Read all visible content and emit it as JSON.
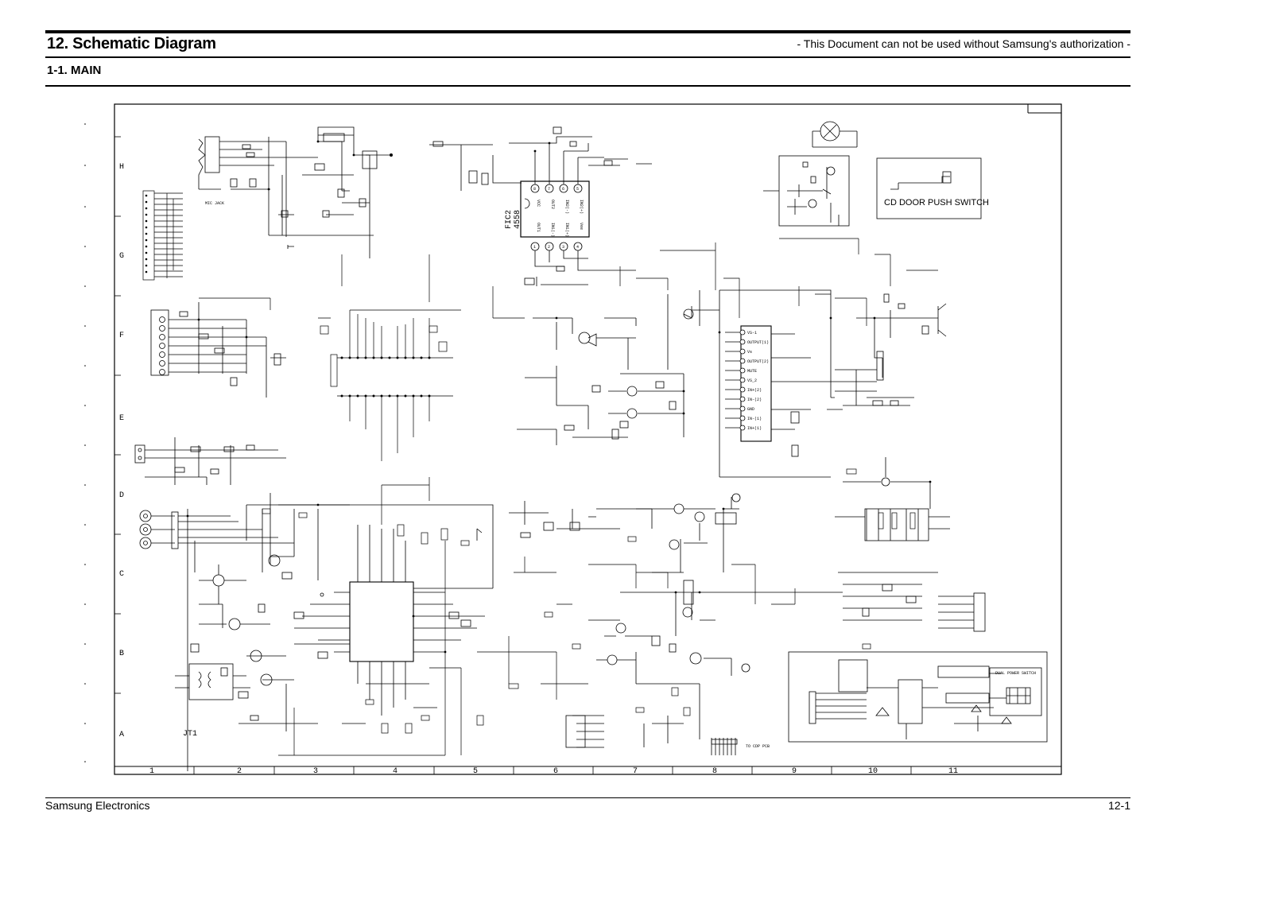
{
  "header": {
    "title": "12. Schematic Diagram",
    "notice": "- This Document can not be used without Samsung's authorization -",
    "section": "1-1. MAIN"
  },
  "footer": {
    "company": "Samsung Electronics",
    "page": "12-1"
  },
  "schematic": {
    "row_labels": [
      "H",
      "G",
      "F",
      "E",
      "D",
      "C",
      "B",
      "A"
    ],
    "col_labels": [
      "1",
      "2",
      "3",
      "4",
      "5",
      "6",
      "7",
      "8",
      "9",
      "10",
      "11"
    ],
    "ic_name": "FIC2",
    "ic_part": "4558",
    "ic_pins_top": [
      "VCC",
      "OUT2",
      "IN2(-)",
      "IN2(+)"
    ],
    "ic_pins_bottom": [
      "OUT1",
      "IN1(-)",
      "IN1(+)",
      "Vee"
    ],
    "ic_pin_nums_top": [
      "8",
      "7",
      "6",
      "5"
    ],
    "ic_pin_nums_bottom": [
      "1",
      "2",
      "3",
      "4"
    ],
    "amp_pins": [
      "VS-1",
      "OUTPUT(1)",
      "Vs",
      "OUTPUT(2)",
      "MUTE",
      "VS_2",
      "IN+(2)",
      "IN-(2)",
      "GND",
      "IN-(1)",
      "IN+(1)"
    ],
    "cd_switch_label": "CD DOOR PUSH SWITCH",
    "transformer_label": "JT1",
    "to_cdp_label": "TO CDP PCB",
    "dual_board_label": "DUAL POWER SWITCH"
  }
}
